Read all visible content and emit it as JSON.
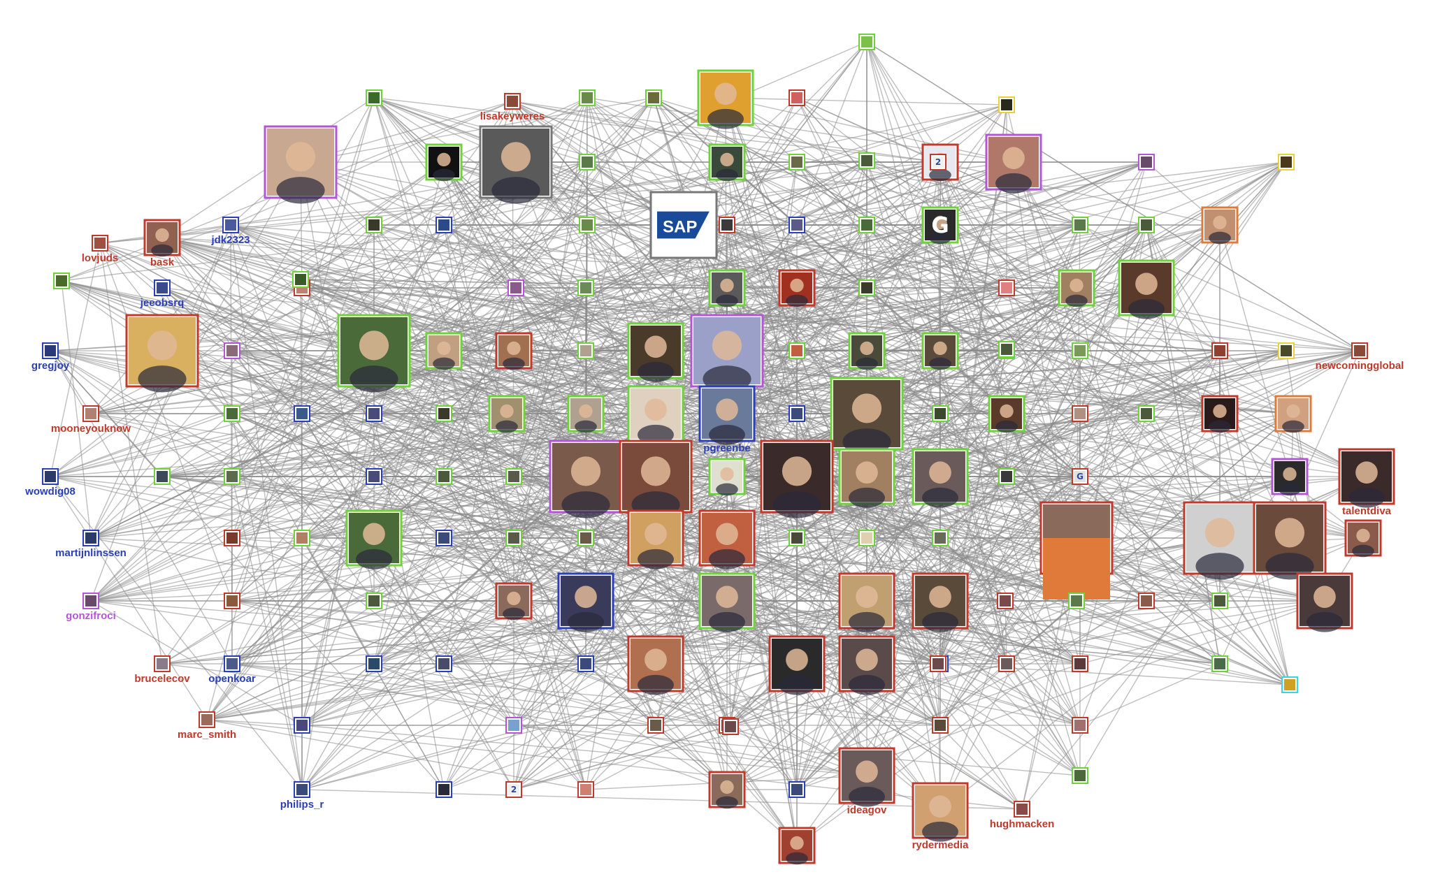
{
  "palette": {
    "background": "#ffffff",
    "edge": "#8a8a8a",
    "groups": {
      "green": "#6fd23a",
      "red": "#c0392b",
      "blue": "#2a3fb8",
      "purple": "#b455d6",
      "orange": "#e07a3a",
      "yellow": "#e8d23a",
      "cyan": "#3ad6e0",
      "gray": "#777777"
    }
  },
  "nodes": [
    {
      "id": "n1",
      "label": "",
      "group": "green",
      "avatar": "#3a6b2a",
      "size": "xs"
    },
    {
      "id": "n2",
      "label": "",
      "group": "green",
      "avatar": "#6a8a4a",
      "size": "xs"
    },
    {
      "id": "n3",
      "label": "lisakeyweres",
      "group": "red",
      "avatar": "#8a4a3a",
      "size": "xs"
    },
    {
      "id": "n4",
      "label": "",
      "group": "green",
      "avatar": "#6a6a3a",
      "size": "xs"
    },
    {
      "id": "n5",
      "label": "",
      "group": "green",
      "avatar": "#7ac04a",
      "size": "xs"
    },
    {
      "id": "n6",
      "label": "",
      "group": "green",
      "avatar": "#e0a030",
      "size": "m"
    },
    {
      "id": "n7",
      "label": "",
      "group": "red",
      "avatar": "#d06060",
      "size": "xs"
    },
    {
      "id": "n8",
      "label": "",
      "group": "yellow",
      "avatar": "#2a2a1a",
      "size": "xs"
    },
    {
      "id": "n9",
      "label": "",
      "group": "purple",
      "avatar": "#c8a890",
      "size": "l"
    },
    {
      "id": "n10",
      "label": "",
      "group": "green",
      "avatar": "#111111",
      "size": "s"
    },
    {
      "id": "n11",
      "label": "",
      "group": "gray",
      "avatar": "#5a5a5a",
      "size": "l"
    },
    {
      "id": "n12",
      "label": "",
      "group": "green",
      "avatar": "#3a4a3a",
      "size": "s"
    },
    {
      "id": "n13",
      "label": "",
      "group": "green",
      "avatar": "#5a7a4a",
      "size": "xs"
    },
    {
      "id": "n14",
      "label": "",
      "group": "red",
      "avatar": "#e8e8f0",
      "size": "s"
    },
    {
      "id": "n15",
      "label": "",
      "group": "purple",
      "avatar": "#b07868",
      "size": "m"
    },
    {
      "id": "n16",
      "label": "",
      "group": "purple",
      "avatar": "#6a4a6a",
      "size": "xs"
    },
    {
      "id": "n17",
      "label": "",
      "group": "yellow",
      "avatar": "#4a3a1a",
      "size": "xs"
    },
    {
      "id": "n18",
      "label": "lovjuds",
      "group": "red",
      "avatar": "#a05040",
      "size": "xs"
    },
    {
      "id": "n19",
      "label": "bask",
      "group": "red",
      "avatar": "#906050",
      "size": "s"
    },
    {
      "id": "n20",
      "label": "jdk2323",
      "group": "blue",
      "avatar": "#4a5a9a",
      "size": "xs"
    },
    {
      "id": "n21",
      "label": "",
      "group": "green",
      "avatar": "#3a3a2a",
      "size": "xs"
    },
    {
      "id": "n22",
      "label": "",
      "group": "blue",
      "avatar": "#2a4a8a",
      "size": "xs"
    },
    {
      "id": "n23",
      "label": "",
      "group": "green",
      "avatar": "#6a8a4a",
      "size": "xs"
    },
    {
      "id": "n24",
      "label": "SAP",
      "group": "gray",
      "avatar": "#1a3a7a",
      "size": "xl",
      "sap": true
    },
    {
      "id": "n25",
      "label": "",
      "group": "red",
      "avatar": "#3a3a3a",
      "size": "xs"
    },
    {
      "id": "n26",
      "label": "",
      "group": "green",
      "avatar": "#4a6a3a",
      "size": "xs"
    },
    {
      "id": "n27",
      "label": "",
      "group": "green",
      "avatar": "#2a2a2a",
      "size": "s",
      "glyph": "G"
    },
    {
      "id": "n28",
      "label": "",
      "group": "green",
      "avatar": "#5a7a4a",
      "size": "xs"
    },
    {
      "id": "n29",
      "label": "",
      "group": "green",
      "avatar": "#4a6a3a",
      "size": "xs"
    },
    {
      "id": "n30",
      "label": "",
      "group": "orange",
      "avatar": "#c09070",
      "size": "s"
    },
    {
      "id": "n31",
      "label": "",
      "group": "green",
      "avatar": "#4a6a2a",
      "size": "xs"
    },
    {
      "id": "n32",
      "label": "jeeobsrq",
      "group": "blue",
      "avatar": "#3a4a8a",
      "size": "xs"
    },
    {
      "id": "n33",
      "label": "",
      "group": "red",
      "avatar": "#c08070",
      "size": "xs"
    },
    {
      "id": "n34",
      "label": "",
      "group": "purple",
      "avatar": "#8a5a8a",
      "size": "xs"
    },
    {
      "id": "n35",
      "label": "",
      "group": "green",
      "avatar": "#6a8a5a",
      "size": "xs"
    },
    {
      "id": "n36",
      "label": "",
      "group": "green",
      "avatar": "#5a5a5a",
      "size": "s"
    },
    {
      "id": "n37",
      "label": "",
      "group": "red",
      "avatar": "#a03020",
      "size": "s"
    },
    {
      "id": "n38",
      "label": "",
      "group": "green",
      "avatar": "#3a3a2a",
      "size": "xs"
    },
    {
      "id": "n39",
      "label": "",
      "group": "red",
      "avatar": "#e08080",
      "size": "xs"
    },
    {
      "id": "n40",
      "label": "",
      "group": "green",
      "avatar": "#a08060",
      "size": "s"
    },
    {
      "id": "n41",
      "label": "",
      "group": "green",
      "avatar": "#5a3a2a",
      "size": "m"
    },
    {
      "id": "n42",
      "label": "gregjoy",
      "group": "blue",
      "avatar": "#2a3a7a",
      "size": "xs"
    },
    {
      "id": "n43",
      "label": "",
      "group": "red",
      "avatar": "#d8b060",
      "size": "l"
    },
    {
      "id": "n44",
      "label": "",
      "group": "purple",
      "avatar": "#8a6a7a",
      "size": "xs"
    },
    {
      "id": "n45",
      "label": "",
      "group": "green",
      "avatar": "#4a6a3a",
      "size": "l"
    },
    {
      "id": "n46",
      "label": "",
      "group": "green",
      "avatar": "#c0a080",
      "size": "s"
    },
    {
      "id": "n47",
      "label": "",
      "group": "red",
      "avatar": "#a07050",
      "size": "s"
    },
    {
      "id": "n48",
      "label": "",
      "group": "green",
      "avatar": "#b0a090",
      "size": "xs"
    },
    {
      "id": "n49",
      "label": "",
      "group": "green",
      "avatar": "#4a3a2a",
      "size": "m"
    },
    {
      "id": "n50",
      "label": "",
      "group": "purple",
      "avatar": "#9aa0c8",
      "size": "l"
    },
    {
      "id": "n51",
      "label": "",
      "group": "green",
      "avatar": "#c06040",
      "size": "xs"
    },
    {
      "id": "n52",
      "label": "",
      "group": "green",
      "avatar": "#4a4a3a",
      "size": "s"
    },
    {
      "id": "n53",
      "label": "",
      "group": "green",
      "avatar": "#5a4a3a",
      "size": "s"
    },
    {
      "id": "n54",
      "label": "",
      "group": "green",
      "avatar": "#6a5a4a",
      "size": "xs"
    },
    {
      "id": "n55",
      "label": "",
      "group": "green",
      "avatar": "#7a9a5a",
      "size": "xs"
    },
    {
      "id": "n56",
      "label": "",
      "group": "red",
      "avatar": "#904030",
      "size": "xs"
    },
    {
      "id": "n57",
      "label": "newcomingglobal",
      "group": "red",
      "avatar": "#8a4a3a",
      "size": "xs"
    },
    {
      "id": "n58",
      "label": "mooneyouknow",
      "group": "red",
      "avatar": "#b08070",
      "size": "xs"
    },
    {
      "id": "n59",
      "label": "",
      "group": "green",
      "avatar": "#4a6a3a",
      "size": "xs"
    },
    {
      "id": "n60",
      "label": "",
      "group": "blue",
      "avatar": "#3a5a8a",
      "size": "xs"
    },
    {
      "id": "n61",
      "label": "",
      "group": "blue",
      "avatar": "#4a4a7a",
      "size": "xs"
    },
    {
      "id": "n62",
      "label": "",
      "group": "green",
      "avatar": "#3a3a2a",
      "size": "xs"
    },
    {
      "id": "n63",
      "label": "",
      "group": "green",
      "avatar": "#a09070",
      "size": "s"
    },
    {
      "id": "n64",
      "label": "",
      "group": "green",
      "avatar": "#b0a090",
      "size": "s"
    },
    {
      "id": "n65",
      "label": "",
      "group": "green",
      "avatar": "#e0d0c0",
      "size": "m"
    },
    {
      "id": "n66",
      "label": "pgreenbe",
      "group": "blue",
      "avatar": "#6a7a9a",
      "size": "m"
    },
    {
      "id": "n67",
      "label": "",
      "group": "blue",
      "avatar": "#3a4a7a",
      "size": "xs"
    },
    {
      "id": "n68",
      "label": "",
      "group": "green",
      "avatar": "#5a4a3a",
      "size": "l"
    },
    {
      "id": "n69",
      "label": "",
      "group": "green",
      "avatar": "#3a4a2a",
      "size": "xs"
    },
    {
      "id": "n70",
      "label": "",
      "group": "green",
      "avatar": "#5a3a2a",
      "size": "s"
    },
    {
      "id": "n71",
      "label": "",
      "group": "red",
      "avatar": "#b09080",
      "size": "xs"
    },
    {
      "id": "n72",
      "label": "",
      "group": "red",
      "avatar": "#2a1a1a",
      "size": "s"
    },
    {
      "id": "n73",
      "label": "",
      "group": "orange",
      "avatar": "#d0a080",
      "size": "s"
    },
    {
      "id": "n74",
      "label": "wowdig08",
      "group": "blue",
      "avatar": "#2a3a6a",
      "size": "xs"
    },
    {
      "id": "n75",
      "label": "",
      "group": "green",
      "avatar": "#3a4a5a",
      "size": "xs"
    },
    {
      "id": "n76",
      "label": "",
      "group": "green",
      "avatar": "#5a6a4a",
      "size": "xs"
    },
    {
      "id": "n77",
      "label": "",
      "group": "blue",
      "avatar": "#4a4a7a",
      "size": "xs"
    },
    {
      "id": "n78",
      "label": "",
      "group": "green",
      "avatar": "#4a5a3a",
      "size": "xs"
    },
    {
      "id": "n79",
      "label": "",
      "group": "green",
      "avatar": "#5a5a4a",
      "size": "xs"
    },
    {
      "id": "n80",
      "label": "",
      "group": "purple",
      "avatar": "#7a5a4a",
      "size": "l"
    },
    {
      "id": "n81",
      "label": "",
      "group": "red",
      "avatar": "#7a4a3a",
      "size": "l"
    },
    {
      "id": "n82",
      "label": "",
      "group": "green",
      "avatar": "#e0e0d0",
      "size": "s"
    },
    {
      "id": "n83",
      "label": "",
      "group": "red",
      "avatar": "#3a2a2a",
      "size": "l"
    },
    {
      "id": "n84",
      "label": "",
      "group": "green",
      "avatar": "#a08060",
      "size": "m"
    },
    {
      "id": "n85",
      "label": "",
      "group": "green",
      "avatar": "#6a5a5a",
      "size": "m"
    },
    {
      "id": "n86",
      "label": "",
      "group": "green",
      "avatar": "#3a3a3a",
      "size": "xs"
    },
    {
      "id": "n87",
      "label": "",
      "group": "gray",
      "avatar": "#2a2a2a",
      "size": "xs"
    },
    {
      "id": "n88",
      "label": "",
      "group": "purple",
      "avatar": "#2a2a2a",
      "size": "s"
    },
    {
      "id": "n89",
      "label": "talentdiva",
      "group": "red",
      "avatar": "#3a2a2a",
      "size": "m"
    },
    {
      "id": "n90",
      "label": "martijnlinssen",
      "group": "blue",
      "avatar": "#2a3a6a",
      "size": "xs"
    },
    {
      "id": "n91",
      "label": "",
      "group": "red",
      "avatar": "#7a3a2a",
      "size": "xs"
    },
    {
      "id": "n92",
      "label": "",
      "group": "green",
      "avatar": "#b08060",
      "size": "xs"
    },
    {
      "id": "n93",
      "label": "",
      "group": "green",
      "avatar": "#4a6a3a",
      "size": "m"
    },
    {
      "id": "n94",
      "label": "",
      "group": "blue",
      "avatar": "#3a4a7a",
      "size": "xs"
    },
    {
      "id": "n95",
      "label": "",
      "group": "green",
      "avatar": "#5a5a4a",
      "size": "xs"
    },
    {
      "id": "n96",
      "label": "",
      "group": "green",
      "avatar": "#6a5a4a",
      "size": "xs"
    },
    {
      "id": "n97",
      "label": "",
      "group": "red",
      "avatar": "#d0a060",
      "size": "m"
    },
    {
      "id": "n98",
      "label": "",
      "group": "red",
      "avatar": "#c06040",
      "size": "m"
    },
    {
      "id": "n99",
      "label": "",
      "group": "green",
      "avatar": "#4a4a3a",
      "size": "xs"
    },
    {
      "id": "n100",
      "label": "",
      "group": "green",
      "avatar": "#e0d0b0",
      "size": "xs"
    },
    {
      "id": "n101",
      "label": "",
      "group": "green",
      "avatar": "#6a6a5a",
      "size": "xs"
    },
    {
      "id": "n102",
      "label": "",
      "group": "red",
      "avatar": "#8a6a5a",
      "size": "l",
      "cmo": true
    },
    {
      "id": "n103",
      "label": "",
      "group": "red",
      "avatar": "#d0d0d0",
      "size": "l"
    },
    {
      "id": "n104",
      "label": "",
      "group": "red",
      "avatar": "#6a4a3a",
      "size": "l"
    },
    {
      "id": "n105",
      "label": "",
      "group": "red",
      "avatar": "#8a5a4a",
      "size": "s"
    },
    {
      "id": "n106",
      "label": "gonzifroci",
      "group": "purple",
      "avatar": "#6a4a6a",
      "size": "xs"
    },
    {
      "id": "n107",
      "label": "",
      "group": "red",
      "avatar": "#8a5a3a",
      "size": "xs"
    },
    {
      "id": "n108",
      "label": "",
      "group": "green",
      "avatar": "#4a5a3a",
      "size": "xs"
    },
    {
      "id": "n109",
      "label": "",
      "group": "red",
      "avatar": "#8a6a5a",
      "size": "s"
    },
    {
      "id": "n110",
      "label": "",
      "group": "blue",
      "avatar": "#3a3a5a",
      "size": "m"
    },
    {
      "id": "n111",
      "label": "",
      "group": "green",
      "avatar": "#7a6a6a",
      "size": "m"
    },
    {
      "id": "n112",
      "label": "",
      "group": "red",
      "avatar": "#c0a070",
      "size": "m"
    },
    {
      "id": "n113",
      "label": "",
      "group": "red",
      "avatar": "#5a4a3a",
      "size": "m"
    },
    {
      "id": "n114",
      "label": "",
      "group": "green",
      "avatar": "#4a5a3a",
      "size": "xs"
    },
    {
      "id": "n115",
      "label": "",
      "group": "red",
      "avatar": "#4a3a3a",
      "size": "m"
    },
    {
      "id": "n116",
      "label": "brucelecov",
      "group": "red",
      "avatar": "#8a7a8a",
      "size": "xs"
    },
    {
      "id": "n117",
      "label": "openkoar",
      "group": "blue",
      "avatar": "#4a5a8a",
      "size": "xs"
    },
    {
      "id": "n118",
      "label": "",
      "group": "blue",
      "avatar": "#2a4a6a",
      "size": "xs"
    },
    {
      "id": "n119",
      "label": "",
      "group": "blue",
      "avatar": "#4a4a6a",
      "size": "xs"
    },
    {
      "id": "n120",
      "label": "",
      "group": "blue",
      "avatar": "#3a4a7a",
      "size": "xs"
    },
    {
      "id": "n121",
      "label": "",
      "group": "red",
      "avatar": "#b07050",
      "size": "m"
    },
    {
      "id": "n122",
      "label": "",
      "group": "red",
      "avatar": "#2a2a2a",
      "size": "m"
    },
    {
      "id": "n123",
      "label": "",
      "group": "red",
      "avatar": "#5a4a4a",
      "size": "m"
    },
    {
      "id": "n124",
      "label": "",
      "group": "blue",
      "avatar": "#3a4a7a",
      "size": "xs"
    },
    {
      "id": "n125",
      "label": "",
      "group": "red",
      "avatar": "#6a5a5a",
      "size": "xs"
    },
    {
      "id": "n126",
      "label": "",
      "group": "red",
      "avatar": "#5a3a3a",
      "size": "xs"
    },
    {
      "id": "n127",
      "label": "",
      "group": "green",
      "avatar": "#4a6a4a",
      "size": "xs"
    },
    {
      "id": "n128",
      "label": "",
      "group": "cyan",
      "avatar": "#d0a020",
      "size": "xs"
    },
    {
      "id": "n129",
      "label": "marc_smith",
      "group": "red",
      "avatar": "#9a6a5a",
      "size": "xs"
    },
    {
      "id": "n130",
      "label": "",
      "group": "blue",
      "avatar": "#4a4a7a",
      "size": "xs"
    },
    {
      "id": "n131",
      "label": "",
      "group": "purple",
      "avatar": "#7aa0d0",
      "size": "xs"
    },
    {
      "id": "n132",
      "label": "",
      "group": "red",
      "avatar": "#6a5a4a",
      "size": "xs"
    },
    {
      "id": "n133",
      "label": "",
      "group": "red",
      "avatar": "#6a4a3a",
      "size": "xs"
    },
    {
      "id": "n134",
      "label": "",
      "group": "red",
      "avatar": "#5a4a3a",
      "size": "xs"
    },
    {
      "id": "n135",
      "label": "",
      "group": "red",
      "avatar": "#a07070",
      "size": "xs"
    },
    {
      "id": "n136",
      "label": "philips_r",
      "group": "blue",
      "avatar": "#3a4a7a",
      "size": "xs"
    },
    {
      "id": "n137",
      "label": "",
      "group": "blue",
      "avatar": "#2a2a3a",
      "size": "xs"
    },
    {
      "id": "n138",
      "label": "",
      "group": "red",
      "avatar": "#f0f0f0",
      "size": "xs",
      "glyph": "2"
    },
    {
      "id": "n139",
      "label": "",
      "group": "red",
      "avatar": "#d08070",
      "size": "xs"
    },
    {
      "id": "n140",
      "label": "",
      "group": "red",
      "avatar": "#8a6a5a",
      "size": "s"
    },
    {
      "id": "n141",
      "label": "",
      "group": "blue",
      "avatar": "#3a4a7a",
      "size": "xs"
    },
    {
      "id": "n142",
      "label": "ideagov",
      "group": "red",
      "avatar": "#6a5a5a",
      "size": "m"
    },
    {
      "id": "n143",
      "label": "rydermedia",
      "group": "red",
      "avatar": "#d0a070",
      "size": "m"
    },
    {
      "id": "n144",
      "label": "hughmacken",
      "group": "red",
      "avatar": "#8a4a4a",
      "size": "xs"
    },
    {
      "id": "n145",
      "label": "",
      "group": "green",
      "avatar": "#4a6a3a",
      "size": "xs"
    },
    {
      "id": "n146",
      "label": "",
      "group": "red",
      "avatar": "#a04030",
      "size": "s"
    },
    {
      "id": "n147",
      "label": "",
      "group": "green",
      "avatar": "#3a5a2a",
      "size": "xs"
    },
    {
      "id": "n148",
      "label": "",
      "group": "red",
      "avatar": "#6a4a4a",
      "size": "xs"
    },
    {
      "id": "n149",
      "label": "",
      "group": "red",
      "avatar": "#6a4a4a",
      "size": "xs"
    },
    {
      "id": "n150",
      "label": "",
      "group": "green",
      "avatar": "#5a7a4a",
      "size": "xs"
    },
    {
      "id": "n151",
      "label": "",
      "group": "red",
      "avatar": "#7a4a4a",
      "size": "xs"
    },
    {
      "id": "n152",
      "label": "",
      "group": "red",
      "avatar": "#8a5a4a",
      "size": "xs"
    },
    {
      "id": "n153",
      "label": "",
      "group": "green",
      "avatar": "#4a5a3a",
      "size": "xs"
    },
    {
      "id": "n154",
      "label": "",
      "group": "red",
      "avatar": "#f0f0f0",
      "size": "xs",
      "glyph": "2"
    },
    {
      "id": "n155",
      "label": "",
      "group": "green",
      "avatar": "#4a5a3a",
      "size": "xs"
    },
    {
      "id": "n156",
      "label": "",
      "group": "green",
      "avatar": "#4a5a3a",
      "size": "xs"
    },
    {
      "id": "n157",
      "label": "",
      "group": "green",
      "avatar": "#6a6a4a",
      "size": "xs"
    },
    {
      "id": "n158",
      "label": "",
      "group": "yellow",
      "avatar": "#4a4a2a",
      "size": "xs"
    },
    {
      "id": "n159",
      "label": "",
      "group": "red",
      "avatar": "#e0e0e0",
      "size": "xs",
      "glyph": "G"
    },
    {
      "id": "n160",
      "label": "",
      "group": "green",
      "avatar": "#4a5a3a",
      "size": "xs"
    },
    {
      "id": "n161",
      "label": "",
      "group": "blue",
      "avatar": "#5a5a8a",
      "size": "xs"
    }
  ]
}
